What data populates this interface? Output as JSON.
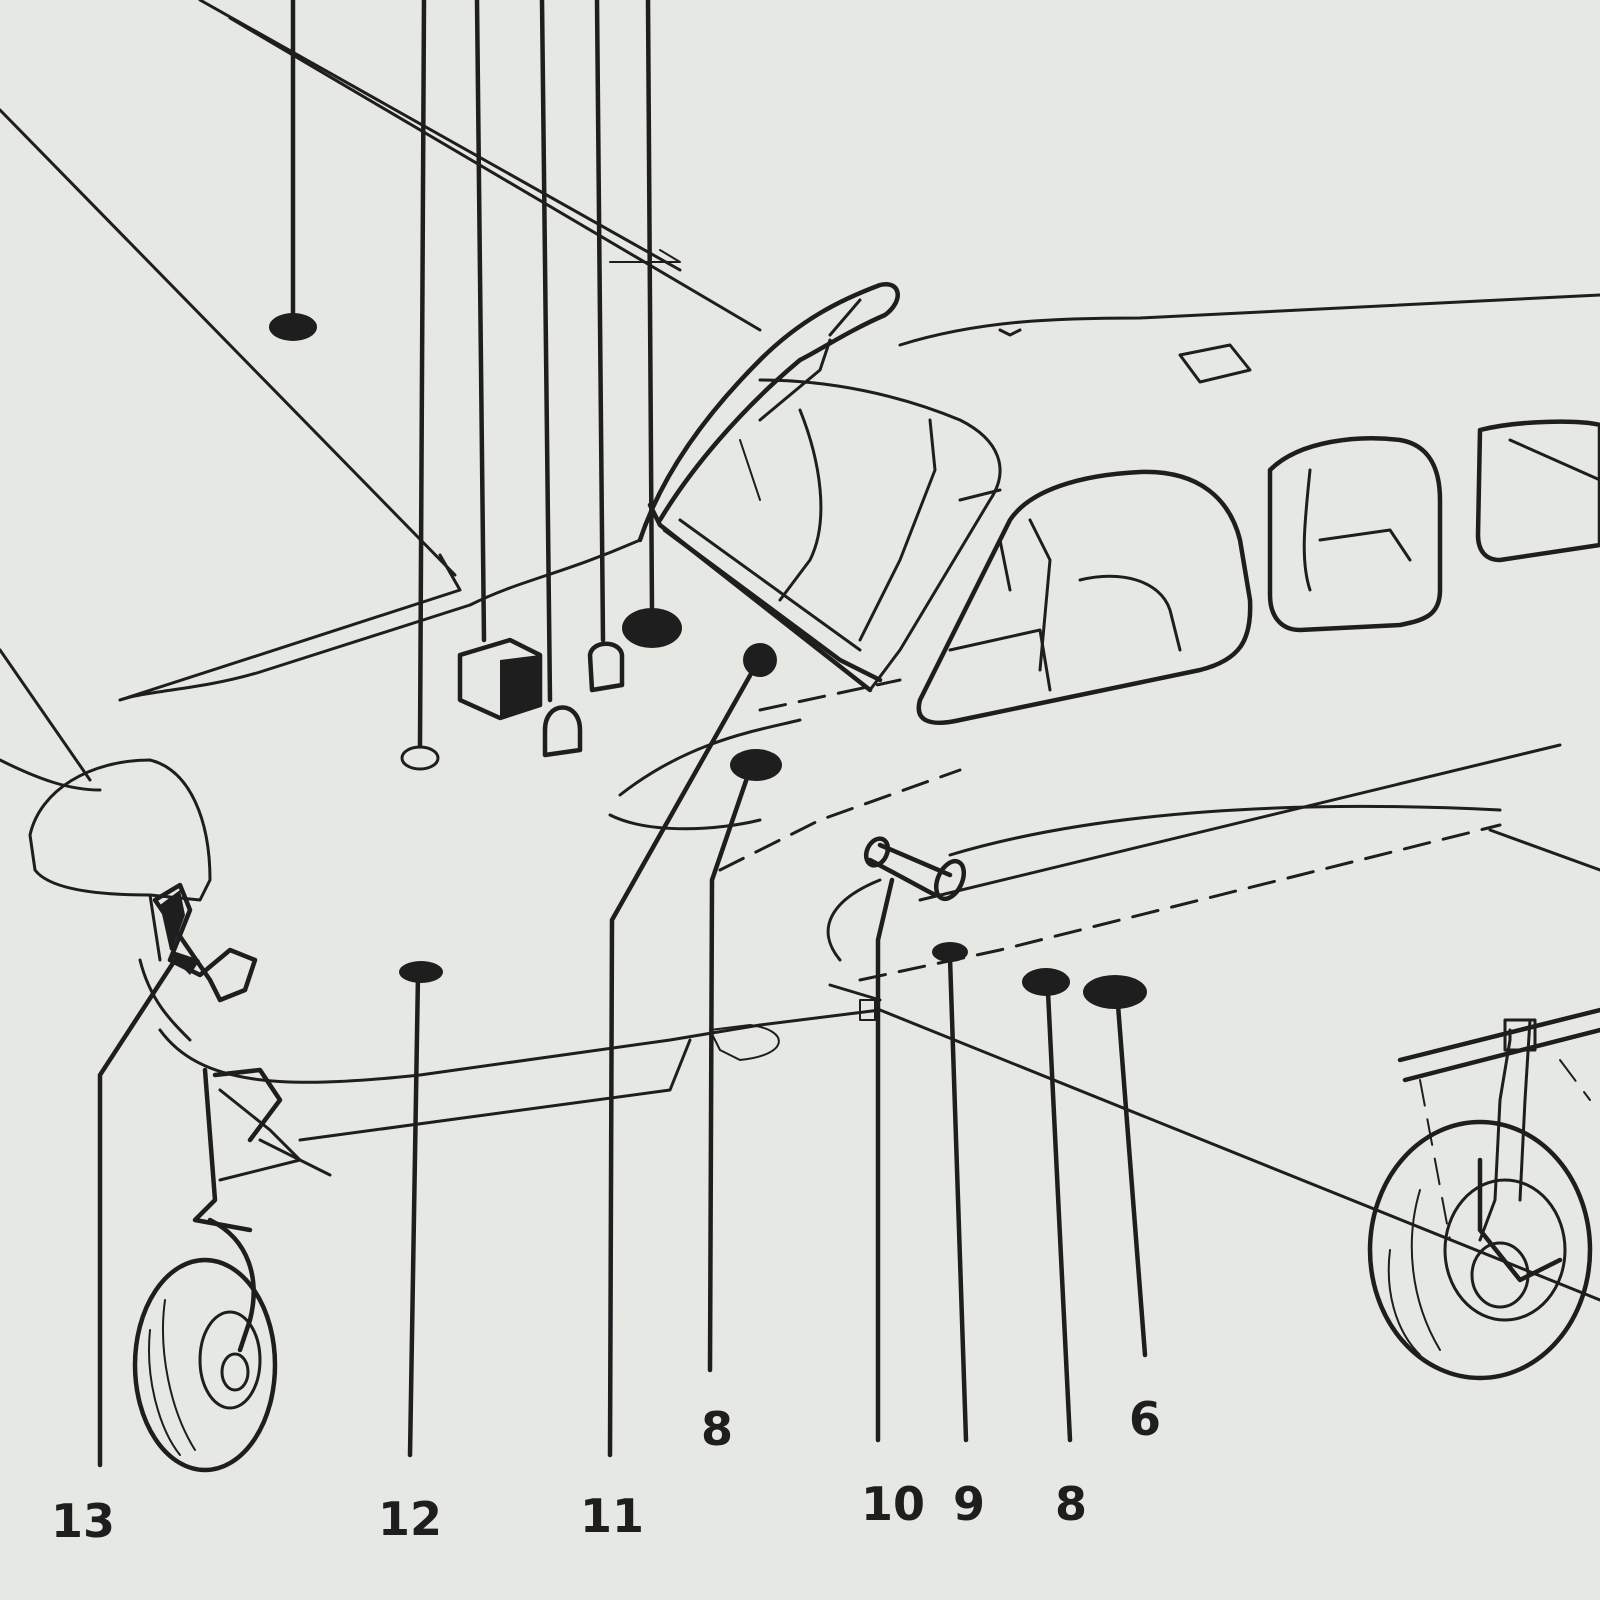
{
  "callouts": [
    {
      "id": "13",
      "label": "13"
    },
    {
      "id": "12",
      "label": "12"
    },
    {
      "id": "11",
      "label": "11"
    },
    {
      "id": "8a",
      "label": "8"
    },
    {
      "id": "10",
      "label": "10"
    },
    {
      "id": "9",
      "label": "9"
    },
    {
      "id": "8b",
      "label": "8"
    },
    {
      "id": "6",
      "label": "6"
    }
  ],
  "colors": {
    "ink": "#1e1e1e",
    "paper": "#e6e8e4"
  }
}
